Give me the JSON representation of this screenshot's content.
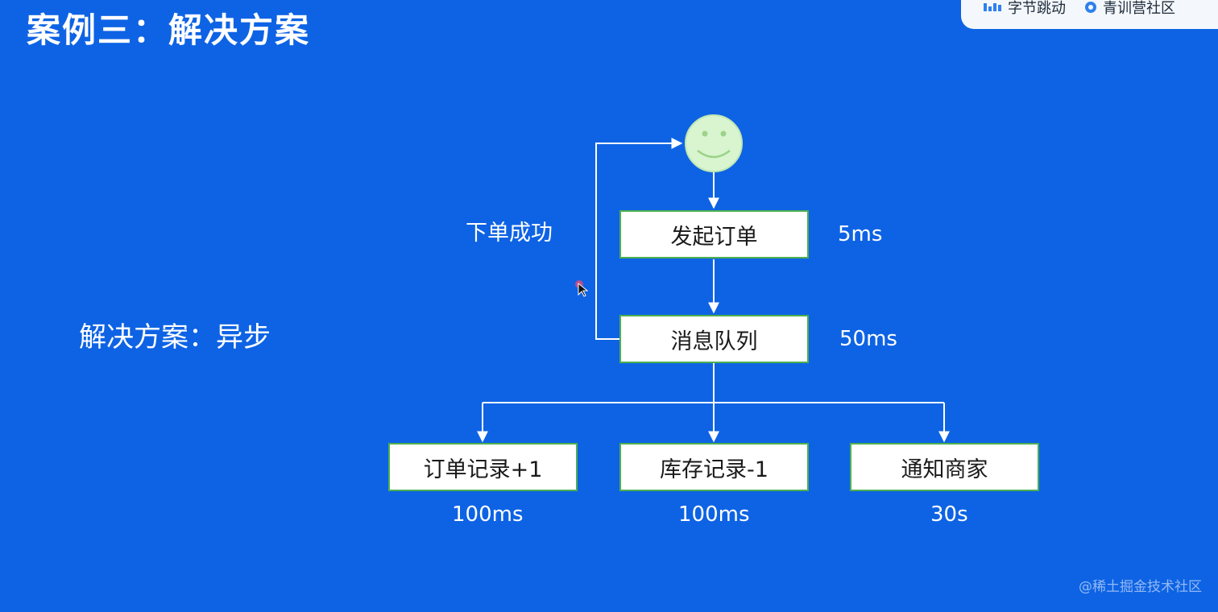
{
  "slide": {
    "title": "案例三：解决方案",
    "solution_label": "解决方案：异步",
    "watermark": "@稀土掘金技术社区"
  },
  "logos": [
    {
      "name": "字节跳动"
    },
    {
      "name": "青训营社区"
    }
  ],
  "diagram": {
    "nodes": [
      {
        "id": "start",
        "label": "发起订单",
        "timing": "5ms"
      },
      {
        "id": "queue",
        "label": "消息队列",
        "timing": "50ms"
      },
      {
        "id": "order-record",
        "label": "订单记录+1",
        "timing": "100ms"
      },
      {
        "id": "stock-record",
        "label": "库存记录-1",
        "timing": "100ms"
      },
      {
        "id": "notify-merchant",
        "label": "通知商家",
        "timing": "30s"
      }
    ],
    "edges": [
      {
        "from": "user",
        "to": "start",
        "label": ""
      },
      {
        "from": "start",
        "to": "queue",
        "label": ""
      },
      {
        "from": "queue",
        "to": "user",
        "label": "下单成功"
      },
      {
        "from": "queue",
        "to": "order-record",
        "label": ""
      },
      {
        "from": "queue",
        "to": "stock-record",
        "label": ""
      },
      {
        "from": "queue",
        "to": "notify-merchant",
        "label": ""
      }
    ],
    "user_icon": "smiley-face-icon"
  },
  "colors": {
    "background": "#0e63e4",
    "box_border": "#4caf50",
    "connector": "#ffffff"
  }
}
